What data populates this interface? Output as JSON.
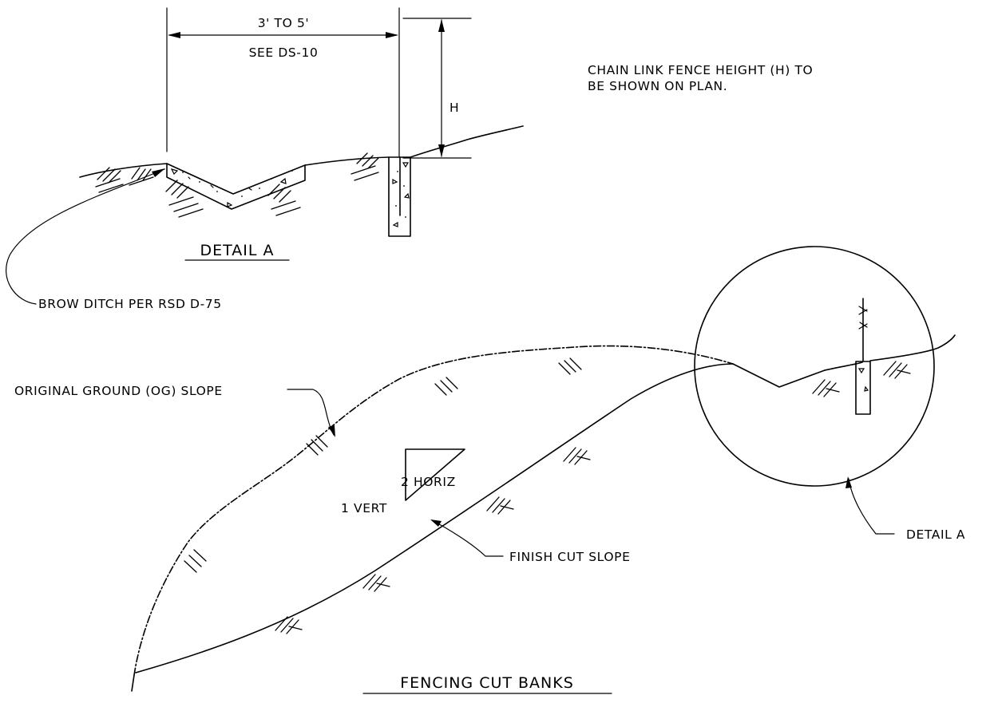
{
  "detail_a": {
    "dimension_width": "3' TO 5'",
    "dimension_ref": "SEE DS-10",
    "height_label": "H",
    "title": "DETAIL A"
  },
  "notes": {
    "fence_height_line1": "CHAIN LINK FENCE HEIGHT (H) TO",
    "fence_height_line2": "BE SHOWN ON PLAN."
  },
  "callouts": {
    "brow_ditch": "BROW DITCH PER RSD D-75",
    "original_ground": "ORIGINAL GROUND (OG) SLOPE",
    "finish_cut": "FINISH CUT SLOPE",
    "detail_a_ref": "DETAIL A"
  },
  "slope": {
    "horizontal": "2 HORIZ",
    "vertical": "1 VERT"
  },
  "main": {
    "title": "FENCING CUT BANKS"
  }
}
